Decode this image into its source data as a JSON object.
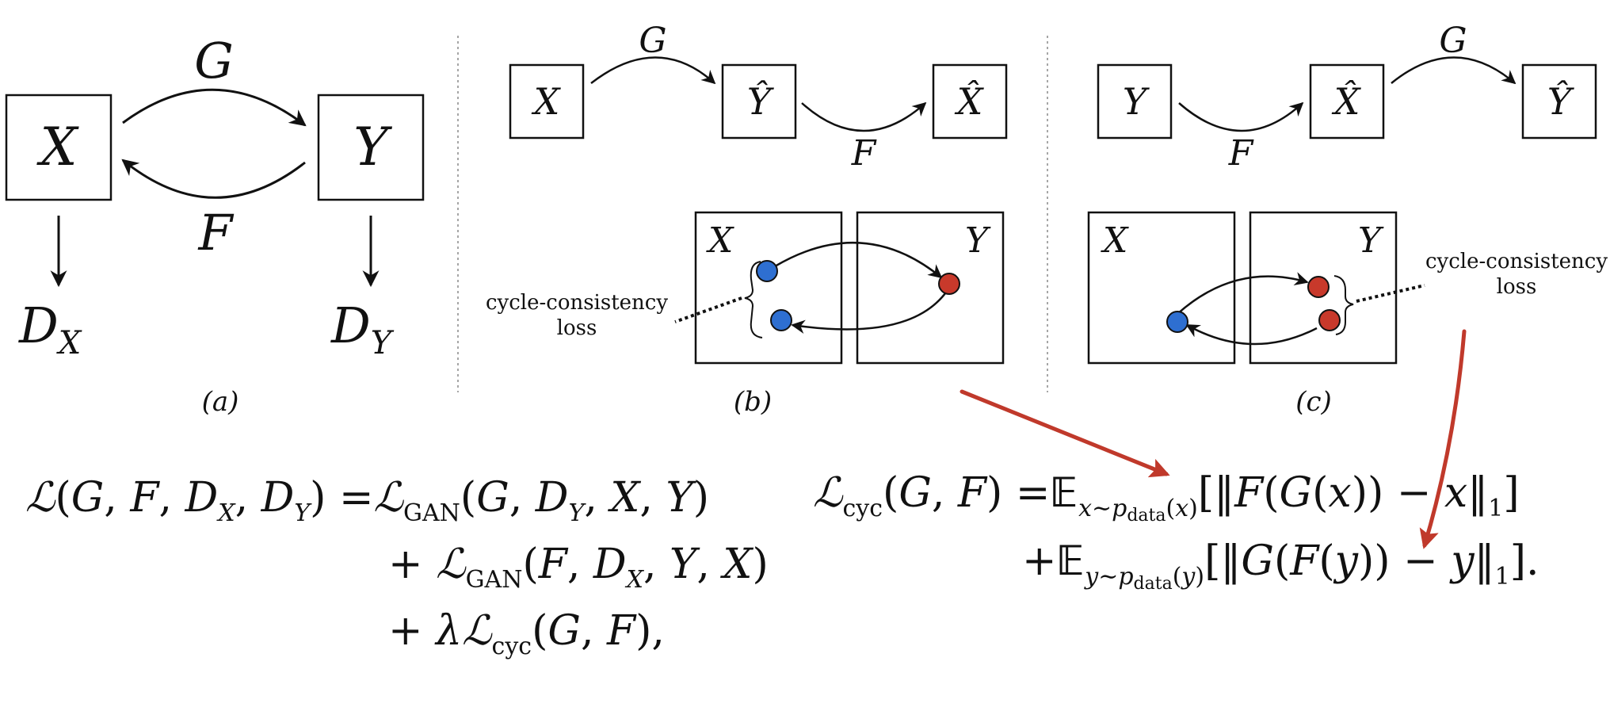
{
  "panel_a": {
    "node_x": "X",
    "node_y": "Y",
    "arrow_g": "G",
    "arrow_f": "F",
    "disc_x": "D",
    "disc_x_sub": "X",
    "disc_y": "D",
    "disc_y_sub": "Y",
    "caption": "(a)"
  },
  "panel_b": {
    "node1": "X",
    "node2": "Ŷ",
    "node3": "X̂",
    "arrow_g": "G",
    "arrow_f": "F",
    "domain_x": "X",
    "domain_y": "Y",
    "loss_line1": "cycle-consistency",
    "loss_line2": "loss",
    "caption": "(b)"
  },
  "panel_c": {
    "node1": "Y",
    "node2": "X̂",
    "node3": "Ŷ",
    "arrow_f": "F",
    "arrow_g": "G",
    "domain_x": "X",
    "domain_y": "Y",
    "loss_line1": "cycle-consistency",
    "loss_line2": "loss",
    "caption": "(c)"
  },
  "colors": {
    "blue_dot": "#2e6fd1",
    "red_dot": "#c8392b",
    "annotation_red": "#c0392b"
  }
}
